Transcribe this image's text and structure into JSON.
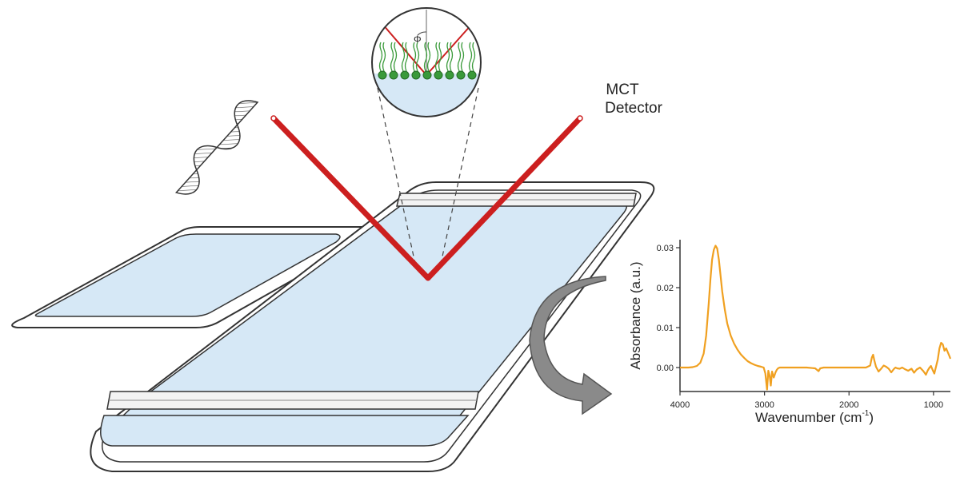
{
  "detector": {
    "line1": "MCT",
    "line2": "Detector"
  },
  "inset": {
    "angle_symbol": "Φ"
  },
  "chart_data": {
    "type": "line",
    "xlabel": "Wavenumber (cm",
    "xlabel_sup": "-1",
    "xlabel_close": ")",
    "ylabel": "Absorbance (a.u.)",
    "xlim": [
      4000,
      800
    ],
    "ylim": [
      -0.006,
      0.032
    ],
    "x_ticks": [
      "4000",
      "3000",
      "2000",
      "1000"
    ],
    "x_tick_values": [
      4000,
      3000,
      2000,
      1000
    ],
    "y_ticks": [
      "0.00",
      "0.01",
      "0.02",
      "0.03"
    ],
    "y_tick_values": [
      0.0,
      0.01,
      0.02,
      0.03
    ],
    "color": "#f0a020",
    "series": [
      {
        "x": [
          4000,
          3950,
          3900,
          3850,
          3800,
          3760,
          3720,
          3690,
          3660,
          3640,
          3620,
          3600,
          3580,
          3560,
          3540,
          3520,
          3500,
          3470,
          3440,
          3400,
          3360,
          3320,
          3280,
          3240,
          3200,
          3160,
          3120,
          3080,
          3040,
          3010,
          2990,
          2970,
          2955,
          2940,
          2925,
          2910,
          2890,
          2870,
          2855,
          2840,
          2820,
          2780,
          2700,
          2600,
          2500,
          2400,
          2360,
          2340,
          2300,
          2200,
          2100,
          2000,
          1900,
          1800,
          1750,
          1730,
          1715,
          1700,
          1680,
          1650,
          1620,
          1590,
          1560,
          1530,
          1500,
          1470,
          1450,
          1430,
          1400,
          1370,
          1340,
          1300,
          1260,
          1230,
          1200,
          1160,
          1120,
          1090,
          1070,
          1050,
          1030,
          1010,
          990,
          970,
          950,
          930,
          910,
          890,
          870,
          850,
          830,
          810,
          800
        ],
        "y": [
          0.0,
          0.0,
          0.0,
          0.0001,
          0.0004,
          0.0012,
          0.0035,
          0.008,
          0.016,
          0.022,
          0.027,
          0.0295,
          0.0305,
          0.0298,
          0.027,
          0.023,
          0.019,
          0.0145,
          0.011,
          0.008,
          0.006,
          0.0045,
          0.0033,
          0.0024,
          0.0016,
          0.0011,
          0.0007,
          0.0004,
          0.0002,
          0.0,
          -0.0015,
          -0.0055,
          -0.0008,
          -0.002,
          -0.0045,
          -0.001,
          -0.0025,
          -0.0012,
          -0.0006,
          -0.0002,
          0.0,
          0.0,
          0.0,
          0.0,
          0.0,
          -0.0002,
          -0.0009,
          -0.0002,
          0.0,
          0.0,
          0.0,
          0.0,
          0.0,
          0.0,
          0.0005,
          0.0025,
          0.0032,
          0.0018,
          0.0002,
          -0.001,
          -0.0003,
          0.0005,
          0.0002,
          -0.0003,
          -0.0012,
          -0.0004,
          0.0,
          -0.0002,
          -0.0003,
          0.0,
          -0.0004,
          -0.0008,
          -0.0003,
          -0.0013,
          -0.0005,
          0.0,
          -0.0009,
          -0.0018,
          -0.0008,
          -0.0001,
          0.0004,
          -0.0006,
          -0.0015,
          0.0002,
          0.002,
          0.0048,
          0.0062,
          0.0058,
          0.0042,
          0.0048,
          0.0038,
          0.0028,
          0.0022
        ]
      }
    ]
  }
}
